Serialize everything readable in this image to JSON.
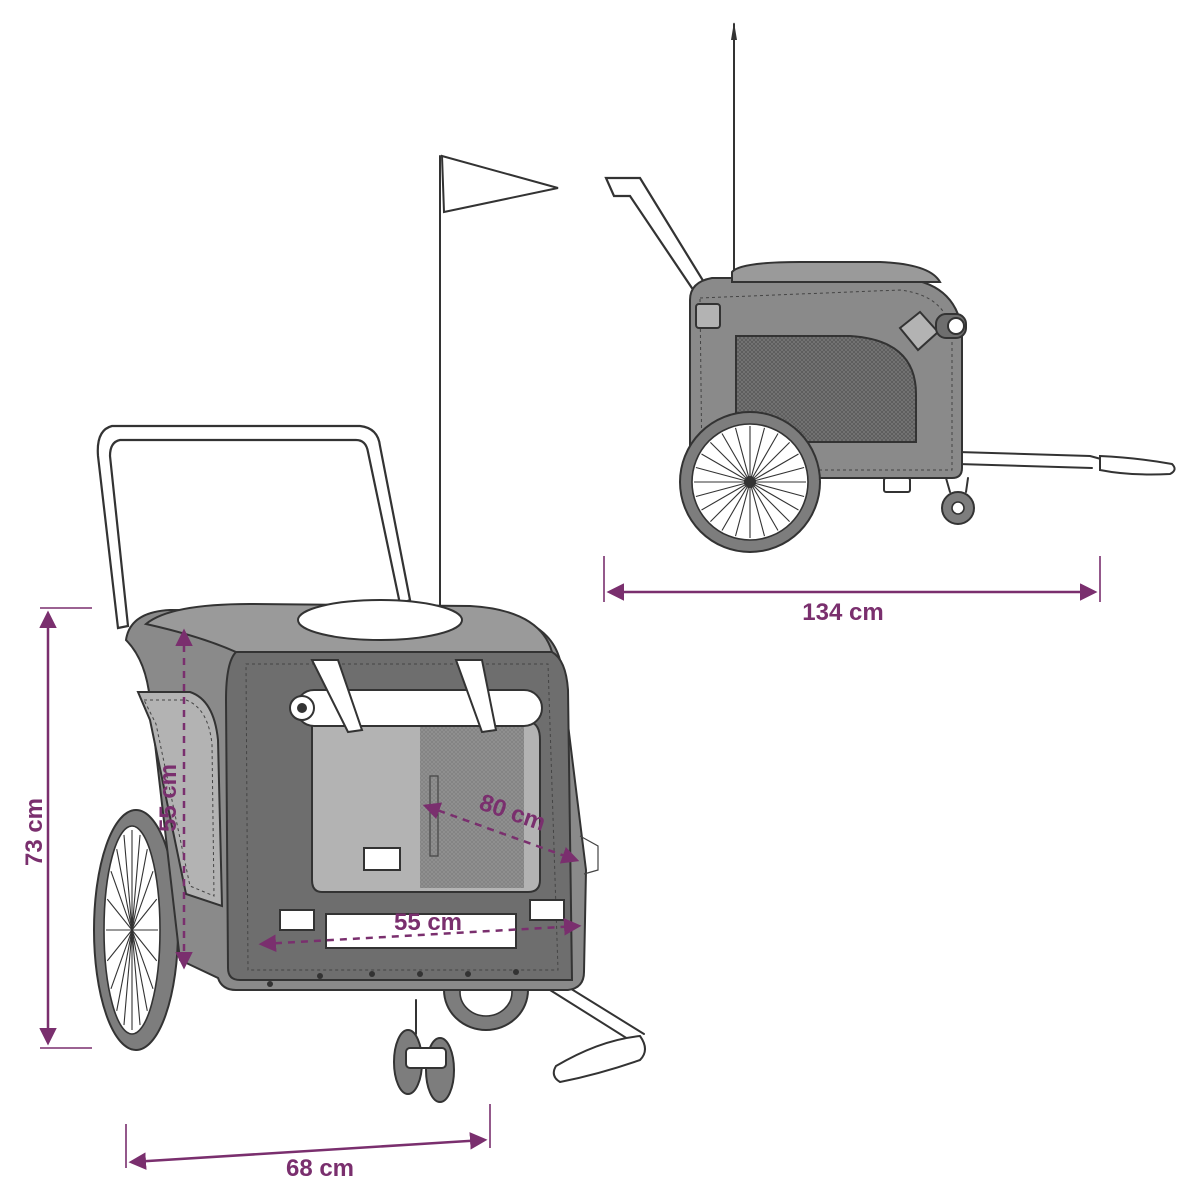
{
  "dimensions": {
    "side_length": "134 cm",
    "overall_height": "73 cm",
    "overall_width": "68 cm",
    "interior_height": "55 cm",
    "interior_width": "55 cm",
    "interior_depth": "80 cm"
  },
  "colors": {
    "dimension_accent": "#7a2f6e",
    "fabric": "#8a8a8a",
    "line_art": "#333333"
  }
}
